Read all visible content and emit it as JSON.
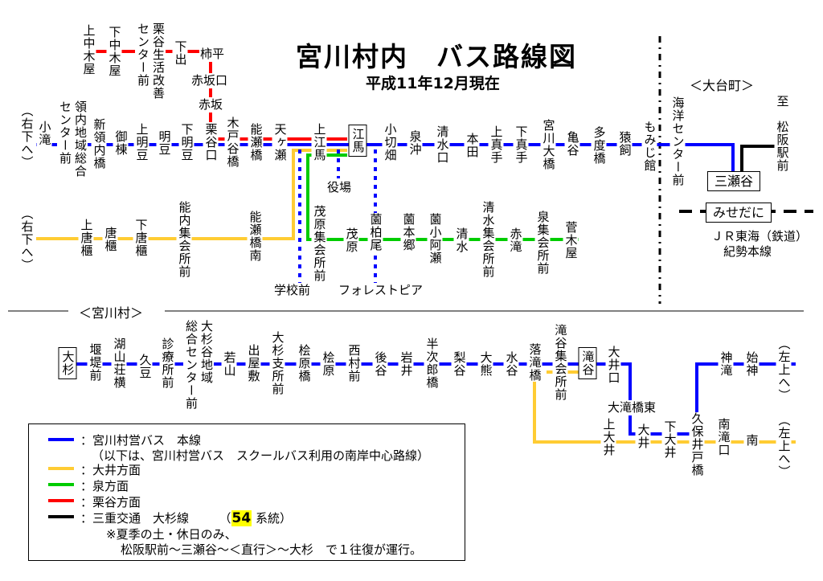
{
  "title": "宮川村内　バス路線図",
  "subtitle": "平成11年12月現在",
  "region_odai": "＜大台町＞",
  "region_miyagawa": "＜宮川村＞",
  "jr_line1": "ＪＲ東海（鉄道）",
  "jr_line2": "紀勢本線",
  "colors": {
    "honsen": "#0000ff",
    "oi": "#ffcc33",
    "izumi": "#00cc00",
    "kuriya": "#ff0000",
    "sanco": "#000000",
    "highlight": "#ffff00"
  },
  "labels": [
    "（右下へ）",
    "小滝",
    "領内地域総合\nセンター前",
    "新領内橋",
    "御棟",
    "上明豆",
    "明豆",
    "下明豆",
    "栗谷口",
    "木戸谷橋",
    "能瀬橋",
    "天ヶ瀬",
    "上江馬",
    "江馬",
    "小切畑",
    "泉沖",
    "清水口",
    "本田",
    "上真手",
    "下真手",
    "宮川大橋",
    "亀谷",
    "多度橋",
    "猿飼",
    "もみじ館",
    "海洋センター前",
    "至",
    "松阪駅前",
    "三瀬谷",
    "みせだに",
    "上中木屋",
    "下中木屋",
    "栗谷生活改善\nセンター前",
    "下出",
    "柿平",
    "赤坂口",
    "赤坂",
    "（右下へ）",
    "上唐櫃",
    "唐櫃",
    "下唐櫃",
    "能内集会所前",
    "能瀬橋南",
    "学校前",
    "役場",
    "茂原集会所前",
    "茂原",
    "薗柏尾",
    "薗本郷",
    "薗小阿瀬",
    "清水",
    "清水集会所前",
    "赤滝",
    "泉集会所前",
    "菅木屋",
    "フォレストピア",
    "大杉",
    "堰堤前",
    "湖山荘横",
    "久豆",
    "診療所前",
    "大杉谷地域\n総合センター前",
    "若山",
    "出屋敷",
    "大杉支所前",
    "桧原橋",
    "桧原",
    "西村前",
    "後谷",
    "岩井",
    "半次郎橋",
    "梨谷",
    "大熊",
    "水谷",
    "落滝橋",
    "滝谷集会所前",
    "滝谷",
    "大井口",
    "大滝橋東",
    "上大井",
    "大井",
    "下大井",
    "久保井戸橋",
    "南滝口",
    "南",
    "（左上へ）",
    "神滝",
    "始神",
    "（左上へ）"
  ],
  "legend": {
    "honsen": "：宮川村営バス　本線",
    "note": "（以下は、宮川村営バス　スクールバス利用の南岸中心路線）",
    "oi": "：大井方面",
    "izumi": "：泉方面",
    "kuriya": "：栗谷方面",
    "sanco_prefix": "：三重交通　大杉線　　　（",
    "sanco_number": "54",
    "sanco_suffix": " 系統）",
    "remark1": "※夏季の土・休日のみ、",
    "remark2": "松阪駅前～三瀬谷～＜直行＞～大杉　で１往復が運行。"
  }
}
